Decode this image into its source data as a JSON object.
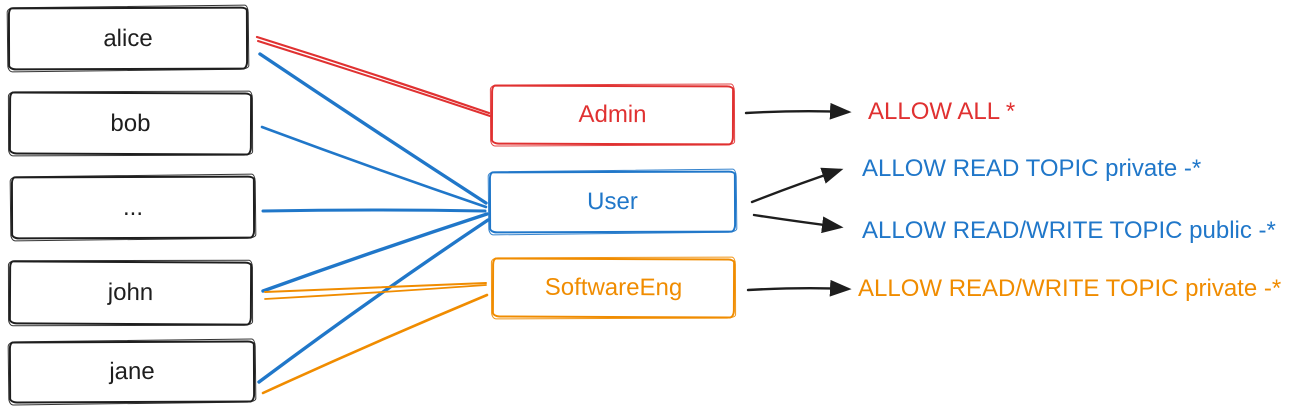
{
  "colors": {
    "red": "#e03131",
    "blue": "#2077c9",
    "orange": "#f08c00",
    "black": "#1e1e1e"
  },
  "users": [
    {
      "label": "alice"
    },
    {
      "label": "bob"
    },
    {
      "label": "..."
    },
    {
      "label": "john"
    },
    {
      "label": "jane"
    }
  ],
  "roles": [
    {
      "label": "Admin",
      "color": "red"
    },
    {
      "label": "User",
      "color": "blue"
    },
    {
      "label": "SoftwareEng",
      "color": "orange"
    }
  ],
  "permissions": [
    {
      "label": "ALLOW ALL *",
      "color": "red"
    },
    {
      "label": "ALLOW READ TOPIC private -*",
      "color": "blue"
    },
    {
      "label": "ALLOW READ/WRITE TOPIC public -*",
      "color": "blue"
    },
    {
      "label": "ALLOW READ/WRITE TOPIC private -*",
      "color": "orange"
    }
  ],
  "edges": {
    "assignments": [
      {
        "from": "alice",
        "to": "Admin",
        "color": "red"
      },
      {
        "from": "alice",
        "to": "User",
        "color": "blue"
      },
      {
        "from": "bob",
        "to": "User",
        "color": "blue"
      },
      {
        "from": "...",
        "to": "User",
        "color": "blue"
      },
      {
        "from": "john",
        "to": "User",
        "color": "blue"
      },
      {
        "from": "john",
        "to": "SoftwareEng",
        "color": "orange"
      },
      {
        "from": "jane",
        "to": "User",
        "color": "blue"
      },
      {
        "from": "jane",
        "to": "SoftwareEng",
        "color": "orange"
      }
    ],
    "grants": [
      {
        "from": "Admin",
        "to": "ALLOW ALL *"
      },
      {
        "from": "User",
        "to": "ALLOW READ TOPIC private -*"
      },
      {
        "from": "User",
        "to": "ALLOW READ/WRITE TOPIC public -*"
      },
      {
        "from": "SoftwareEng",
        "to": "ALLOW READ/WRITE TOPIC private -*"
      }
    ]
  }
}
